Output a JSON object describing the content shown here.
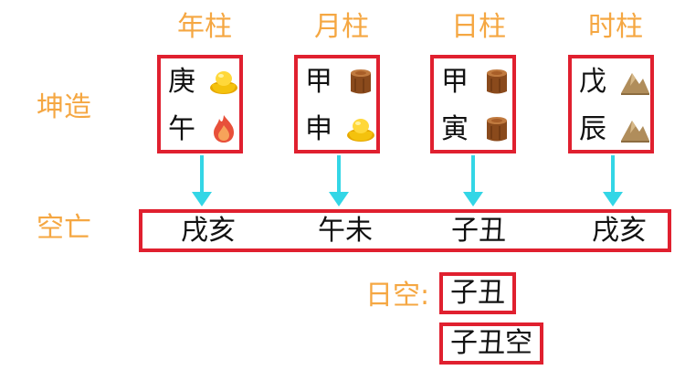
{
  "headers": [
    "年柱",
    "月柱",
    "日柱",
    "时柱"
  ],
  "row_labels": {
    "chart": "坤造",
    "kongwang": "空亡",
    "day_kong": "日空:"
  },
  "pillars": [
    {
      "stem": "庚",
      "stem_icon": "gold-ingot-icon",
      "branch": "午",
      "branch_icon": "fire-icon"
    },
    {
      "stem": "甲",
      "stem_icon": "wood-stump-icon",
      "branch": "申",
      "branch_icon": "gold-ingot-icon"
    },
    {
      "stem": "甲",
      "stem_icon": "wood-stump-icon",
      "branch": "寅",
      "branch_icon": "wood-stump-icon"
    },
    {
      "stem": "戊",
      "stem_icon": "mountain-earth-icon",
      "branch": "辰",
      "branch_icon": "mountain-earth-icon"
    }
  ],
  "kongwang": [
    "戌亥",
    "午未",
    "子丑",
    "戌亥"
  ],
  "day_kong_value": "子丑",
  "day_kong_result": "子丑空",
  "colors": {
    "label": "#f5a742",
    "border": "#e0202f",
    "arrow": "#33d6e6",
    "gold": "#f4c20d",
    "fire": "#e8503a",
    "wood": "#8a4a1c",
    "earth": "#b08d5b"
  }
}
